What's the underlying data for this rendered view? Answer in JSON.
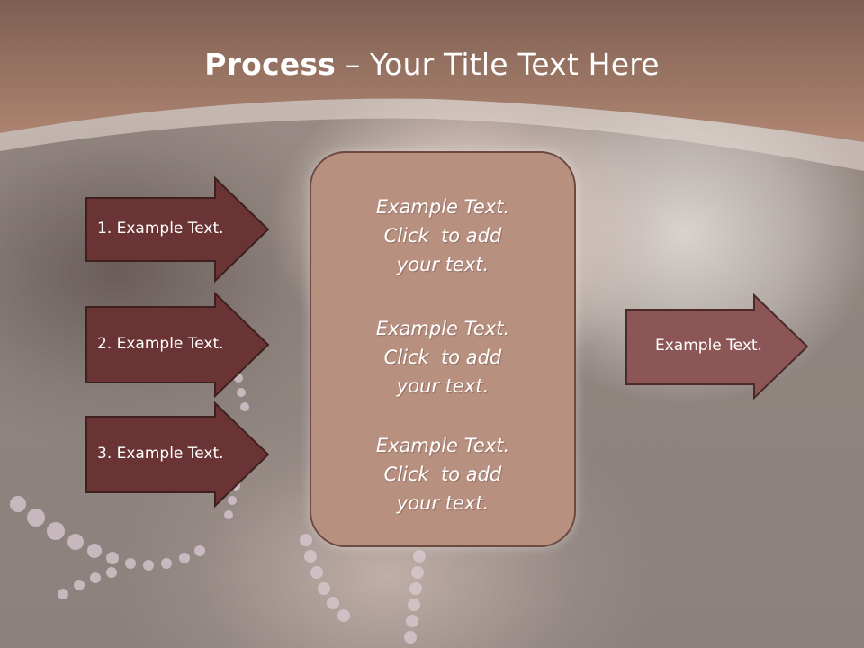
{
  "slide": {
    "title_bold": "Process",
    "title_rest": " – Your Title Text Here",
    "left_arrows": [
      {
        "label": "1. Example Text."
      },
      {
        "label": "2. Example Text."
      },
      {
        "label": "3. Example Text."
      }
    ],
    "center_box": {
      "paragraphs": [
        {
          "lines": [
            "Example Text.",
            "Click  to add",
            "your text."
          ]
        },
        {
          "lines": [
            "Example Text.",
            "Click  to add",
            "your text."
          ]
        },
        {
          "lines": [
            "Example Text.",
            "Click  to add",
            "your text."
          ]
        }
      ]
    },
    "right_arrow": {
      "label": "Example Text."
    }
  },
  "colors": {
    "header_band": "#a47a66",
    "left_arrow_fill": "#6a3434",
    "center_box_fill": "#b89080",
    "right_arrow_fill": "#8c5656",
    "text": "#ffffff"
  }
}
